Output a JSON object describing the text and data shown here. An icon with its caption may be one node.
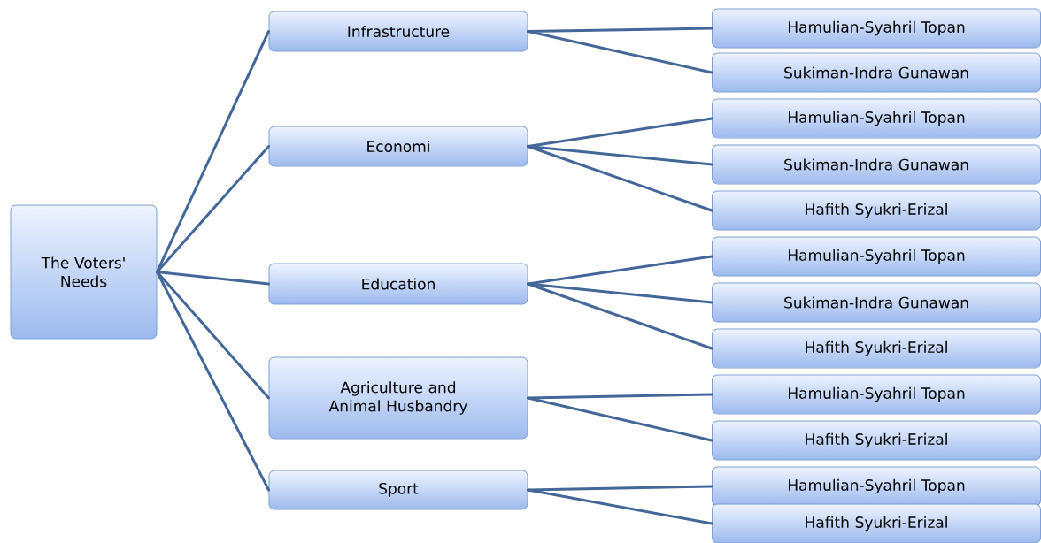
{
  "diagram": {
    "nodes": [
      {
        "text": [
          "The Voters' Needs"
        ]
      },
      {
        "text": [
          "Infrastructure"
        ]
      },
      {
        "text": [
          "Hamulian-Syahril Topan"
        ]
      },
      {
        "text": [
          "Sukiman-Indra Gunawan"
        ]
      },
      {
        "text": [
          "Economi"
        ]
      },
      {
        "text": [
          "Hamulian-Syahril Topan"
        ]
      },
      {
        "text": [
          "Sukiman-Indra Gunawan"
        ]
      },
      {
        "text": [
          "Hafith Syukri-Erizal"
        ]
      },
      {
        "text": [
          "Education"
        ]
      },
      {
        "text": [
          "Hamulian-Syahril Topan"
        ]
      },
      {
        "text": [
          "Sukiman-Indra Gunawan"
        ]
      },
      {
        "text": [
          "Hafith Syukri-Erizal"
        ]
      },
      {
        "text": [
          "Agriculture and Animal Husbandry"
        ]
      },
      {
        "text": [
          "Hamulian-Syahril Topan"
        ]
      },
      {
        "text": [
          "Hafith Syukri-Erizal"
        ]
      },
      {
        "text": [
          "Sport"
        ]
      },
      {
        "text": [
          "Hamulian-Syahril Topan"
        ]
      },
      {
        "text": [
          "Hafith Syukri-Erizal"
        ]
      }
    ],
    "edges": [
      {
        "from": 0,
        "to": 1,
        "arrow": "none"
      },
      {
        "from": 0,
        "to": 4,
        "arrow": "none"
      },
      {
        "from": 0,
        "to": 8,
        "arrow": "none"
      },
      {
        "from": 0,
        "to": 12,
        "arrow": "none"
      },
      {
        "from": 0,
        "to": 15,
        "arrow": "none"
      },
      {
        "from": 1,
        "to": 2,
        "arrow": "none"
      },
      {
        "from": 1,
        "to": 3,
        "arrow": "none"
      },
      {
        "from": 4,
        "to": 5,
        "arrow": "none"
      },
      {
        "from": 4,
        "to": 6,
        "arrow": "none"
      },
      {
        "from": 4,
        "to": 7,
        "arrow": "none"
      },
      {
        "from": 8,
        "to": 9,
        "arrow": "none"
      },
      {
        "from": 8,
        "to": 10,
        "arrow": "none"
      },
      {
        "from": 8,
        "to": 11,
        "arrow": "none"
      },
      {
        "from": 12,
        "to": 13,
        "arrow": "none"
      },
      {
        "from": 12,
        "to": 14,
        "arrow": "none"
      },
      {
        "from": 15,
        "to": 16,
        "arrow": "none"
      },
      {
        "from": 15,
        "to": 17,
        "arrow": "none"
      }
    ]
  }
}
